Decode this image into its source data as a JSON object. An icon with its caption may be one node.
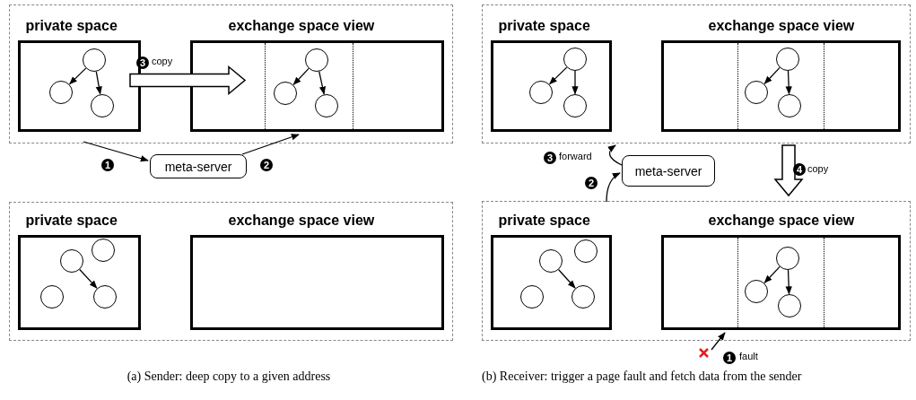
{
  "diagram": {
    "nodes": [
      {
        "text": [],
        "shape": "box"
      },
      {
        "text": [
          "private space"
        ],
        "in": 0
      },
      {
        "text": [],
        "shape": "circle",
        "in": 1
      },
      {
        "text": [],
        "shape": "circle",
        "in": 1
      },
      {
        "text": [],
        "shape": "circle",
        "in": 1
      },
      {
        "text": [
          "exchange space view"
        ],
        "in": 0
      },
      {
        "text": [],
        "shape": "circle",
        "in": 5
      },
      {
        "text": [],
        "shape": "circle",
        "in": 5
      },
      {
        "text": [],
        "shape": "circle",
        "in": 5
      },
      {
        "text": [
          "meta-server"
        ]
      },
      {
        "text": [],
        "shape": "box"
      },
      {
        "text": [
          "private space"
        ],
        "in": 10
      },
      {
        "text": [],
        "shape": "circle",
        "in": 11
      },
      {
        "text": [],
        "shape": "circle",
        "in": 11
      },
      {
        "text": [],
        "shape": "circle",
        "in": 11
      },
      {
        "text": [],
        "shape": "circle",
        "in": 11
      },
      {
        "text": [
          "exchange space view"
        ],
        "in": 10
      },
      {
        "text": [],
        "shape": "box"
      },
      {
        "text": [
          "private space"
        ],
        "in": 17
      },
      {
        "text": [],
        "shape": "circle",
        "in": 18
      },
      {
        "text": [],
        "shape": "circle",
        "in": 18
      },
      {
        "text": [],
        "shape": "circle",
        "in": 18
      },
      {
        "text": [
          "exchange space view"
        ],
        "in": 17
      },
      {
        "text": [],
        "shape": "circle",
        "in": 22
      },
      {
        "text": [],
        "shape": "circle",
        "in": 22
      },
      {
        "text": [],
        "shape": "circle",
        "in": 22
      },
      {
        "text": [
          "meta-server"
        ]
      },
      {
        "text": [],
        "shape": "box"
      },
      {
        "text": [
          "private space"
        ],
        "in": 27
      },
      {
        "text": [],
        "shape": "circle",
        "in": 28
      },
      {
        "text": [],
        "shape": "circle",
        "in": 28
      },
      {
        "text": [],
        "shape": "circle",
        "in": 28
      },
      {
        "text": [],
        "shape": "circle",
        "in": 28
      },
      {
        "text": [
          "exchange space view"
        ],
        "in": 27
      },
      {
        "text": [],
        "shape": "circle",
        "in": 33
      },
      {
        "text": [],
        "shape": "circle",
        "in": 33
      },
      {
        "text": [],
        "shape": "circle",
        "in": 33
      }
    ],
    "edges": [
      {
        "from": 2,
        "to": 3,
        "arrow": "to"
      },
      {
        "from": 2,
        "to": 4,
        "arrow": "to"
      },
      {
        "from": 6,
        "to": 7,
        "arrow": "to"
      },
      {
        "from": 6,
        "to": 8,
        "arrow": "to"
      },
      {
        "from": 13,
        "to": 15,
        "arrow": "to"
      },
      {
        "from": 1,
        "to": 5,
        "arrow": "to",
        "label": "copy",
        "style": "thick"
      },
      {
        "from": 0,
        "to": 9,
        "arrow": "to"
      },
      {
        "from": 9,
        "to": 5,
        "arrow": "to"
      },
      {
        "from": 19,
        "to": 20,
        "arrow": "to"
      },
      {
        "from": 19,
        "to": 21,
        "arrow": "to"
      },
      {
        "from": 23,
        "to": 24,
        "arrow": "to"
      },
      {
        "from": 23,
        "to": 25,
        "arrow": "to"
      },
      {
        "from": 30,
        "to": 32,
        "arrow": "to"
      },
      {
        "from": 34,
        "to": 35,
        "arrow": "to"
      },
      {
        "from": 34,
        "to": 36,
        "arrow": "to"
      },
      {
        "from": 27,
        "to": 26,
        "arrow": "to"
      },
      {
        "from": 26,
        "to": 17,
        "arrow": "to",
        "label": "forward"
      },
      {
        "from": 17,
        "to": 27,
        "arrow": "to",
        "label": "copy",
        "style": "thick"
      },
      {
        "from": null,
        "to": 33,
        "arrow": "to",
        "label": "fault"
      }
    ],
    "labels": [
      "3",
      "1",
      "2",
      "3",
      "2",
      "4",
      "1",
      "(a) Sender: deep copy to a given address",
      "(b) Receiver: trigger a page fault and fetch data from the sender"
    ]
  }
}
